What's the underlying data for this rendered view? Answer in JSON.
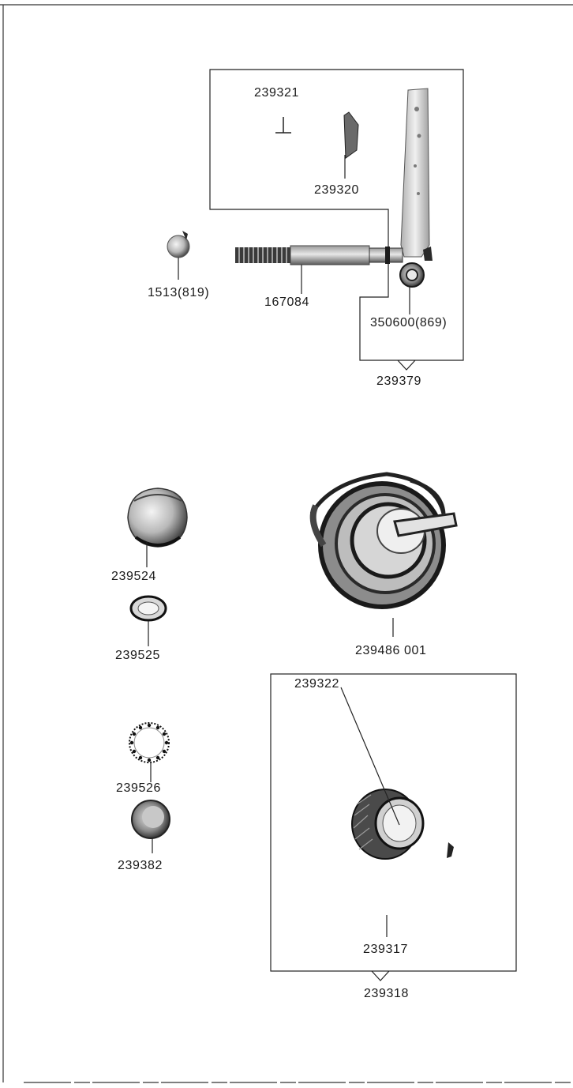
{
  "parts": {
    "p239321": "239321",
    "p239320": "239320",
    "p1513": "1513(819)",
    "p167084": "167084",
    "p350600": "350600(869)",
    "p239379": "239379",
    "p239524": "239524",
    "p239525": "239525",
    "p239486": "239486 001",
    "p239526": "239526",
    "p239382": "239382",
    "p239322": "239322",
    "p239317": "239317",
    "p239318": "239318"
  }
}
